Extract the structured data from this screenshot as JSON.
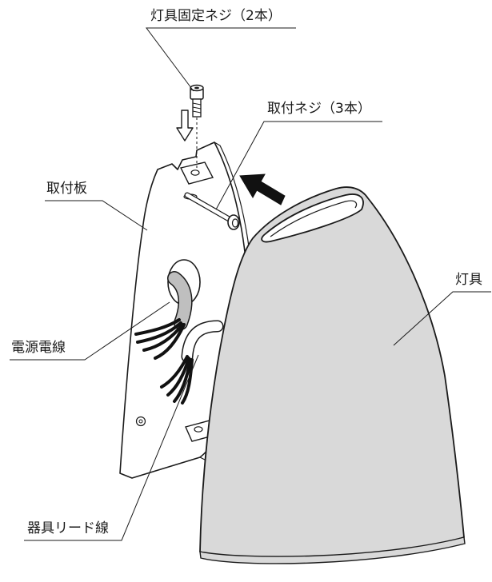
{
  "labels": {
    "fixing_screw": "灯具固定ネジ（2本）",
    "mount_screw": "取付ネジ（3本）",
    "mount_plate": "取付板",
    "fixture": "灯具",
    "power_wire": "電源電線",
    "lead_wire": "器具リード線"
  },
  "colors": {
    "fixture_fill": "#d9d9d9",
    "line": "#1a1a1a",
    "arrow": "#111111",
    "wire_sheath": "#bfbfbf"
  }
}
